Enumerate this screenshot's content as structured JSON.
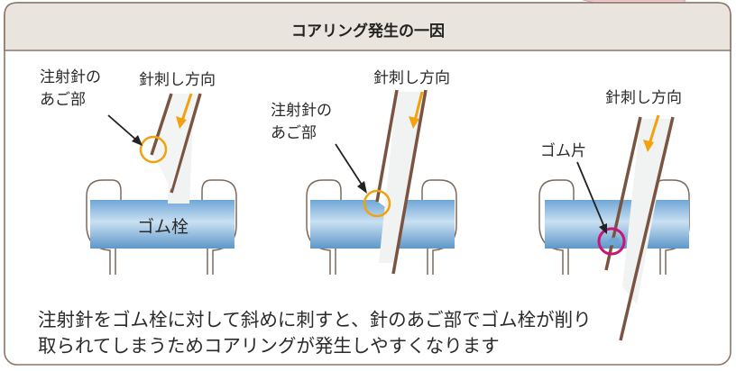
{
  "title": "コアリング発生の一因",
  "colors": {
    "frame_border": "#8a7668",
    "header_bg": "#e9e4de",
    "needle": "#7a5440",
    "arrow": "#f2a10f",
    "highlight_orange": "#f2a10f",
    "highlight_magenta": "#c8157a",
    "stopper_blue": "#8fb9dc",
    "corner_pink": "#f6d3d9"
  },
  "panels": [
    {
      "needle_label_line1": "注射針の",
      "needle_label_line2": "あご部",
      "direction_label": "針刺し方向",
      "stopper_label": "ゴム栓"
    },
    {
      "needle_label_line1": "注射針の",
      "needle_label_line2": "あご部",
      "direction_label": "針刺し方向"
    },
    {
      "fragment_label": "ゴム片",
      "direction_label": "針刺し方向"
    }
  ],
  "caption_line1": "注射針をゴム栓に対して斜めに刺すと、針のあご部でゴム栓が削り",
  "caption_line2": "取られてしまうためコアリングが発生しやすくなります"
}
